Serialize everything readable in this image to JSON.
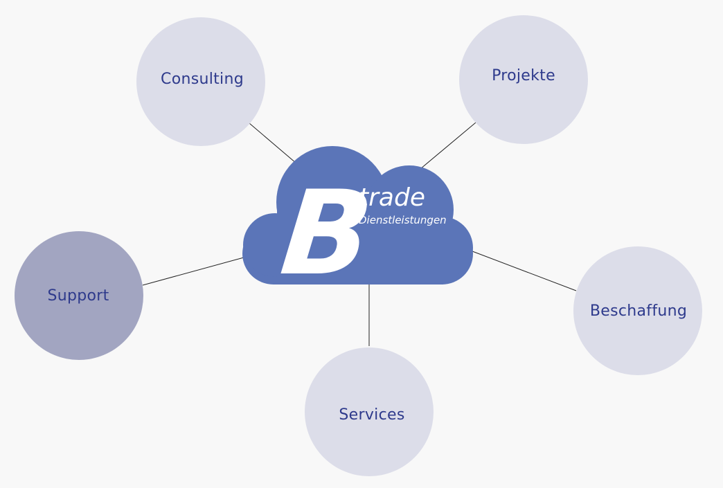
{
  "diagram": {
    "center": {
      "logo_letter": "B",
      "logo_word": "trade",
      "logo_subtitle": "Dienstleistungen"
    },
    "nodes": [
      {
        "id": "consulting",
        "label": "Consulting"
      },
      {
        "id": "projekte",
        "label": "Projekte"
      },
      {
        "id": "support",
        "label": "Support",
        "active": true
      },
      {
        "id": "beschaffung",
        "label": "Beschaffung"
      },
      {
        "id": "services",
        "label": "Services"
      }
    ]
  },
  "colors": {
    "background": "#f8f8f8",
    "cloud": "#5b75b8",
    "node_fill": "#dcdde9",
    "node_active_fill": "#a2a5c1",
    "label_text": "#2e3a8c",
    "connector": "#222222"
  }
}
